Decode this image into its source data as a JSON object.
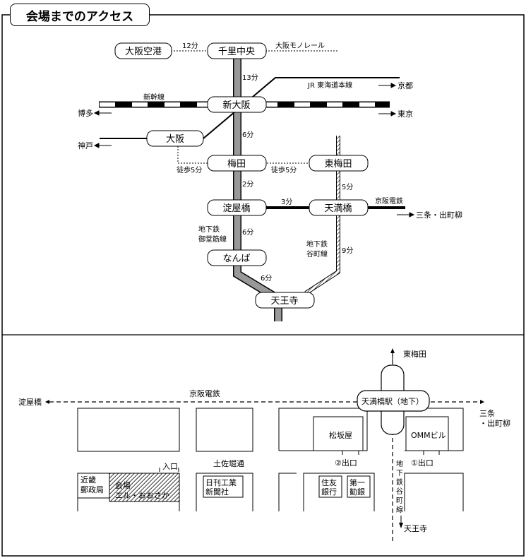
{
  "title": "会場までのアクセス",
  "route_map": {
    "stations": {
      "itami": "大阪空港",
      "senri": "千里中央",
      "shinosaka": "新大阪",
      "osaka": "大阪",
      "umeda": "梅田",
      "higashiumeda": "東梅田",
      "yodoyabashi": "淀屋橋",
      "temmabashi": "天満橋",
      "namba": "なんば",
      "tennoji": "天王寺"
    },
    "lines": {
      "monorail": "大阪モノレール",
      "shinkansen": "新幹線",
      "jr_tokaido": "JR 東海道本線",
      "keihan": "京阪電鉄",
      "midosuji_1": "地下鉄",
      "midosuji_2": "御堂筋線",
      "tanimachi_1": "地下鉄",
      "tanimachi_2": "谷町線"
    },
    "times": {
      "itami_senri": "12分",
      "senri_shinosaka": "13分",
      "shinosaka_umeda": "6分",
      "osaka_walk": "徒歩5分",
      "umeda_walk": "徒歩5分",
      "umeda_yodoyabashi": "2分",
      "yodoyabashi_temmabashi": "3分",
      "higashiumeda_temmabashi": "5分",
      "yodoyabashi_namba": "6分",
      "temmabashi_tennoji": "9分",
      "namba_tennoji": "6分"
    },
    "destinations": {
      "kyoto": "京都",
      "tokyo": "東京",
      "hakata": "博多",
      "kobe": "神戸",
      "sanjo": "三条・出町柳"
    }
  },
  "area_map": {
    "keihan": "京阪電鉄",
    "station": "天満橋駅（地下）",
    "yodoyabashi": "淀屋橋",
    "higashiumeda": "東梅田",
    "sanjo_1": "三条",
    "sanjo_2": "・出町柳",
    "matsuzakaya": "松坂屋",
    "omm": "OMMビル",
    "exit2": "②出口",
    "exit1": "①出口",
    "tosabori": "土佐堀通",
    "entrance": "入口",
    "post_1": "近畿",
    "post_2": "郵政局",
    "venue_1": "会場",
    "venue_2": "エル・おおさか",
    "nikkan_1": "日刊工業",
    "nikkan_2": "新聞社",
    "sumitomo_1": "住友",
    "sumitomo_2": "銀行",
    "daiichi_1": "第一",
    "daiichi_2": "勧銀",
    "tanimachi_chars": [
      "地",
      "下",
      "鉄",
      "谷",
      "町",
      "線"
    ],
    "tennoji": "天王寺"
  }
}
